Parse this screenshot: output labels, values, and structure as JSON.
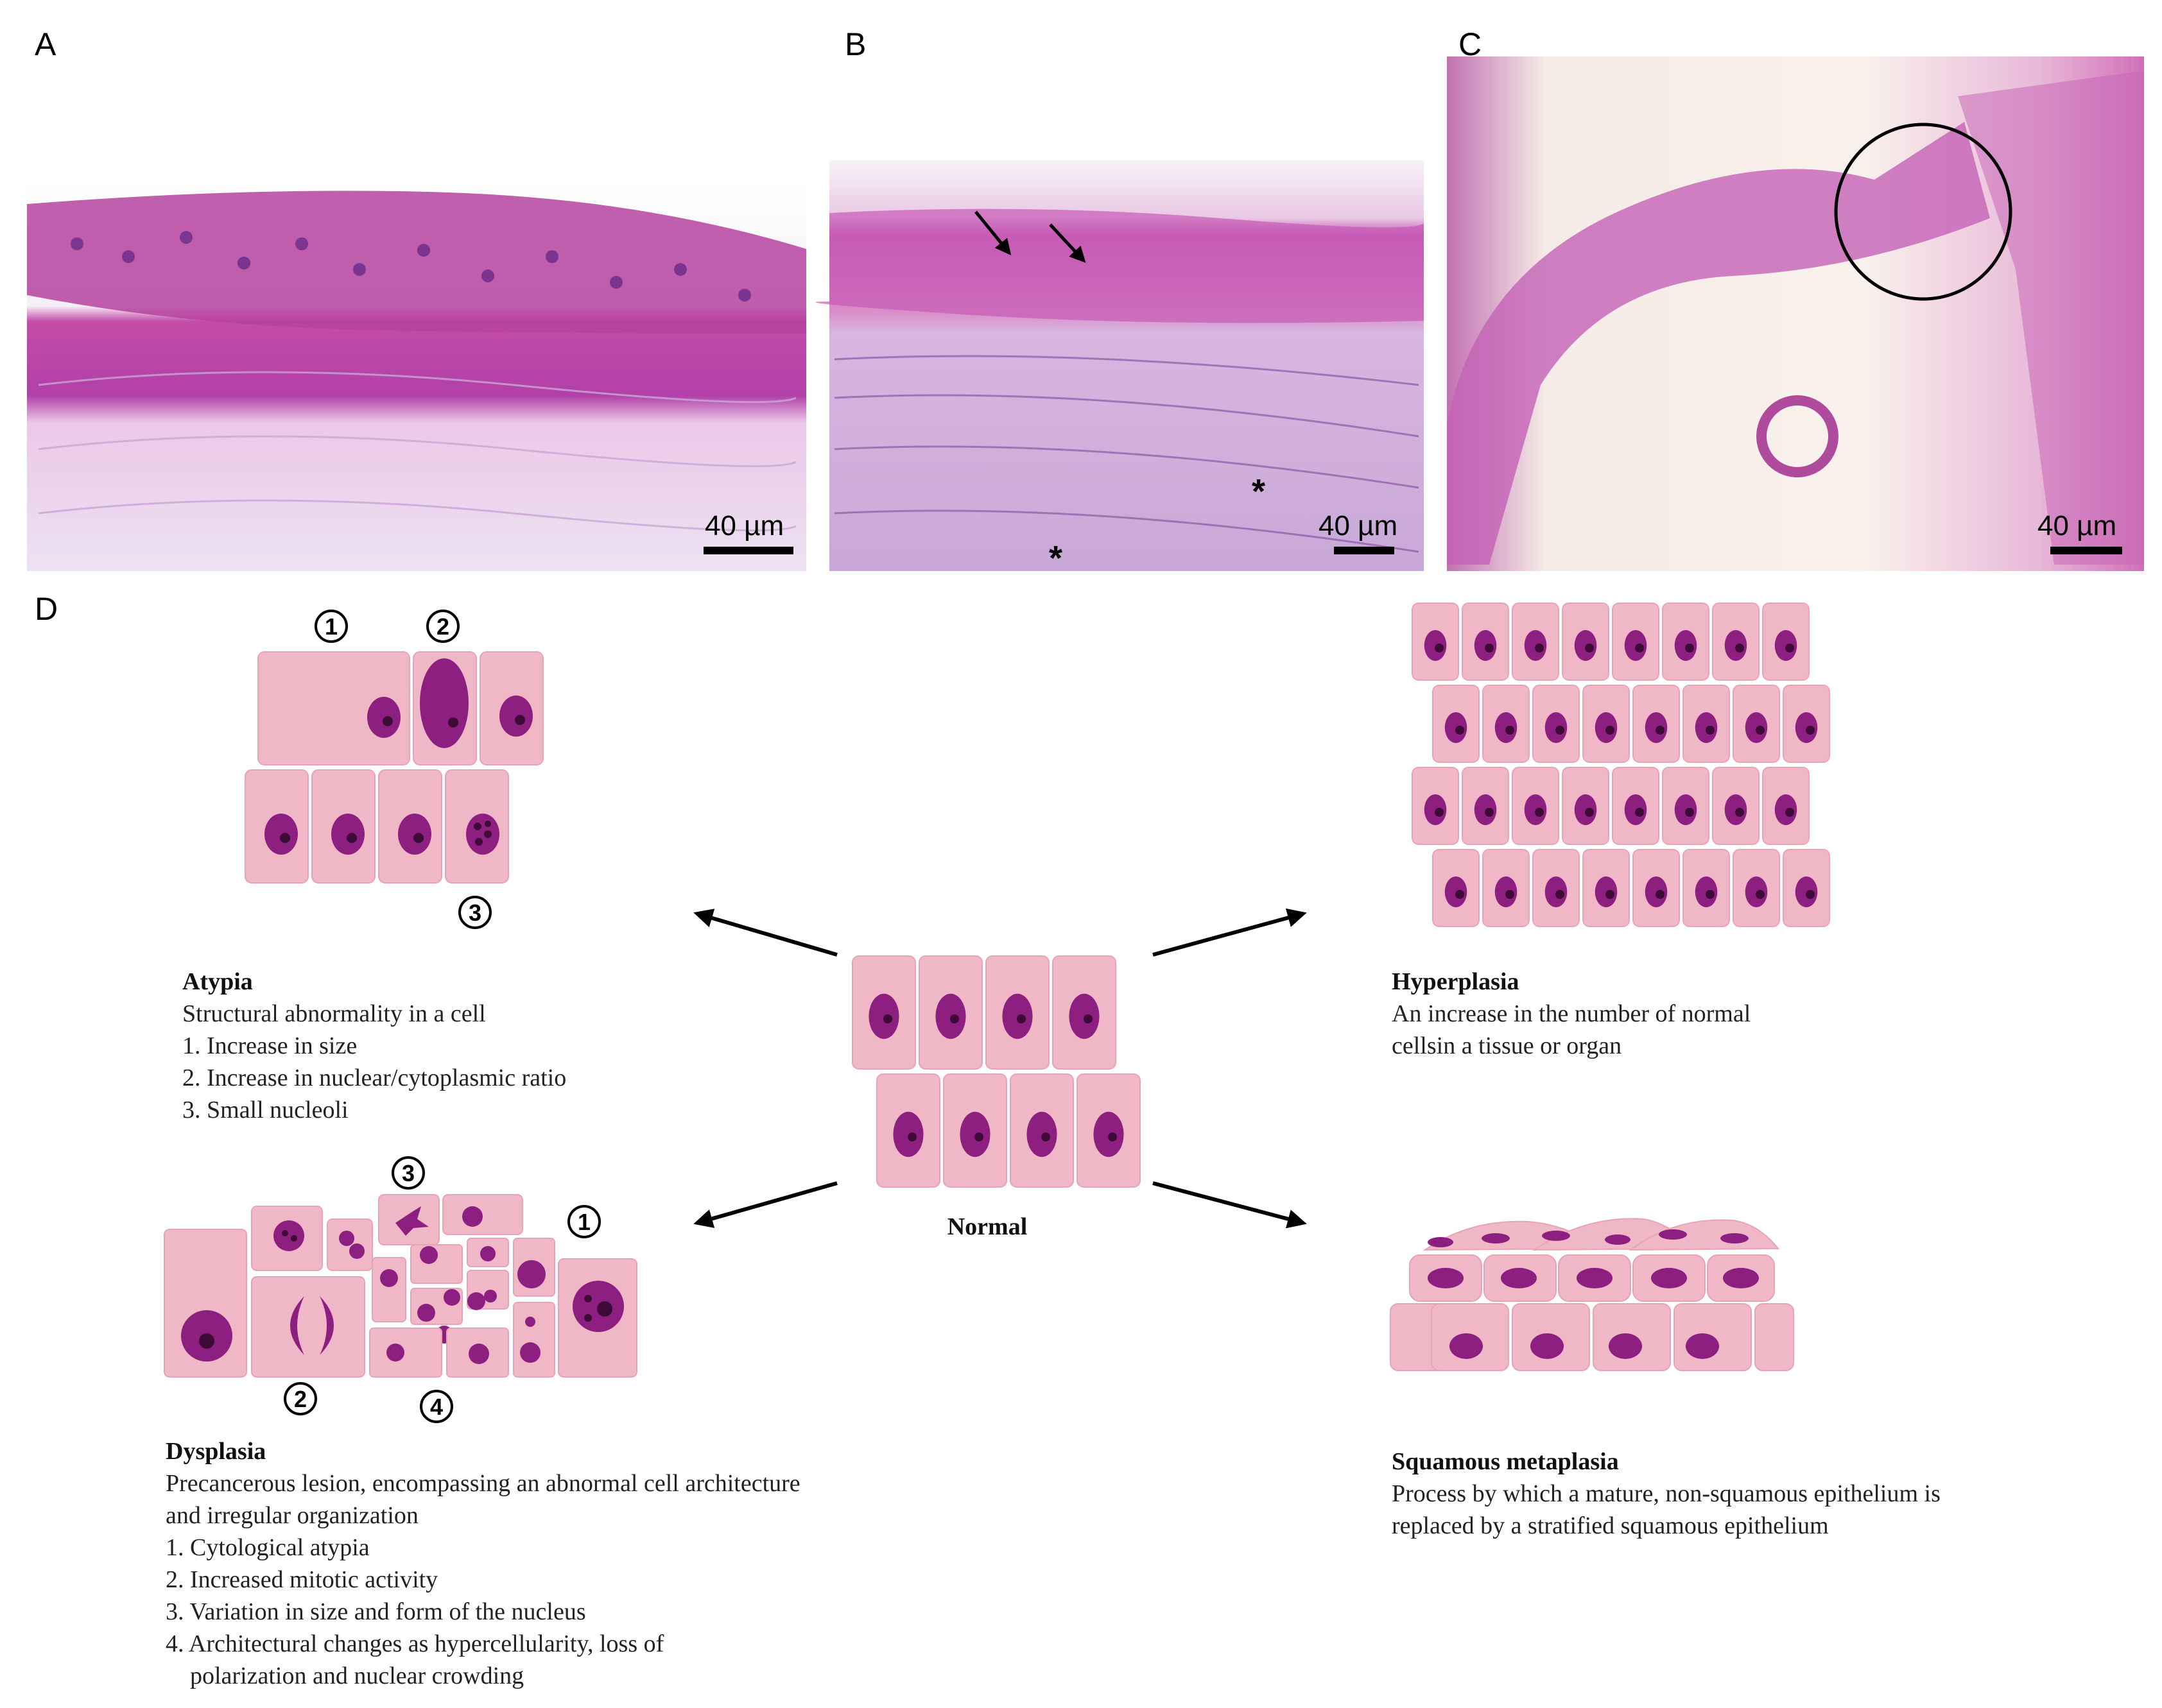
{
  "panels": {
    "a": {
      "letter": "A",
      "scale_label": "40 µm"
    },
    "b": {
      "letter": "B",
      "scale_label": "40 µm",
      "asterisk": "*"
    },
    "c": {
      "letter": "C",
      "scale_label": "40 µm"
    },
    "d": {
      "letter": "D"
    }
  },
  "atypia_numbers": [
    "1",
    "2",
    "3"
  ],
  "dysplasia_numbers": [
    "1",
    "2",
    "3",
    "4"
  ],
  "atypia": {
    "title": "Atypia",
    "lines": [
      "Structural abnormality in a cell",
      "1. Increase in size",
      "2. Increase in nuclear/cytoplasmic ratio",
      "3. Small nucleoli"
    ]
  },
  "hyperplasia": {
    "title": "Hyperplasia",
    "lines": [
      "An increase in the number of normal",
      "cellsin a tissue or organ"
    ]
  },
  "normal": {
    "title": "Normal"
  },
  "dysplasia": {
    "title": "Dysplasia",
    "lines": [
      "Precancerous lesion, encompassing an abnormal cell architecture",
      "and irregular organization",
      "1. Cytological atypia",
      "2. Increased mitotic activity",
      "3. Variation in size and form of the nucleus",
      "4. Architectural changes as hypercellularity, loss of",
      "    polarization and nuclear crowding"
    ]
  },
  "metaplasia": {
    "title": "Squamous metaplasia",
    "lines": [
      "Process by which a mature, non-squamous epithelium is",
      "replaced by a stratified squamous epithelium"
    ]
  },
  "colors": {
    "cytoplasm": "#f0b8c6",
    "nucleus": "#8c1f80",
    "nucleolus": "#3d0b36",
    "stain_epithelium": "#b54ba8"
  }
}
